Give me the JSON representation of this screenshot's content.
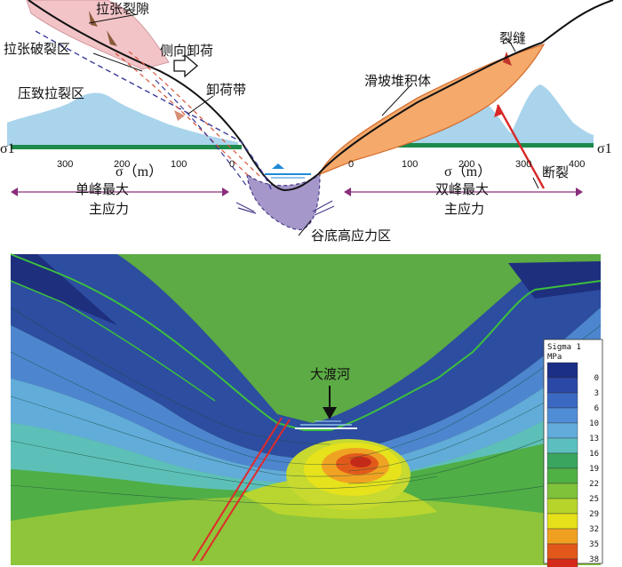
{
  "top": {
    "labels": {
      "tension_gap": "拉张裂隙",
      "tension_fracture_zone": "拉张破裂区",
      "lateral_unloading": "侧向卸荷",
      "compression_crack_zone": "压致拉裂区",
      "unloading_zone": "卸荷带",
      "crack": "裂缝",
      "landslide_deposit": "滑坡堆积体",
      "fault": "断裂",
      "valley_bottom_high_stress": "谷底高应力区",
      "single_peak": "单峰最大",
      "single_peak_2": "主应力",
      "double_peak": "双峰最大",
      "double_peak_2": "主应力",
      "sigma_axis_left": "σ（m）",
      "sigma_axis_right": "σ（m）",
      "sigma1_left": "σ1",
      "sigma1_right": "σ1"
    },
    "left_ticks": [
      "300",
      "200",
      "100",
      "0"
    ],
    "right_ticks": [
      "0",
      "100",
      "200",
      "300",
      "400"
    ]
  },
  "bottom": {
    "river_label": "大渡河",
    "legend": {
      "title": "Sigma 1",
      "unit": "MPa",
      "values": [
        "0",
        "3",
        "6",
        "10",
        "13",
        "16",
        "19",
        "22",
        "25",
        "29",
        "32",
        "35",
        "38"
      ],
      "colors": [
        "#1b2f86",
        "#2a48a6",
        "#3a68c2",
        "#4f8dd6",
        "#62acdc",
        "#5bbfc0",
        "#3aa55e",
        "#4fb044",
        "#7ec33a",
        "#b6d42a",
        "#e6e01a",
        "#f0a020",
        "#e2581a",
        "#d42a1a"
      ]
    }
  }
}
